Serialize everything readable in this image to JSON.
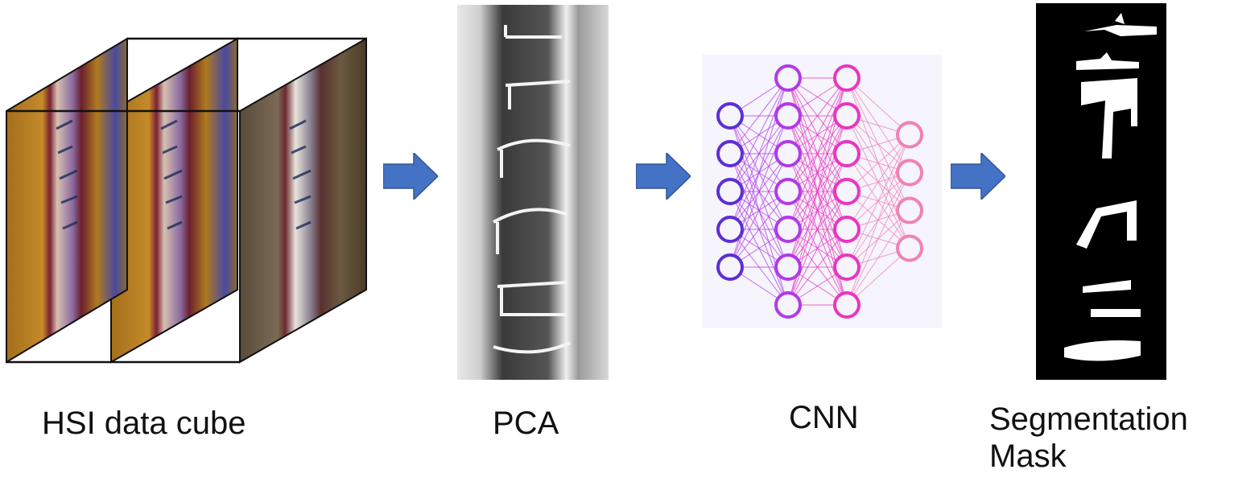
{
  "labels": {
    "hsi": "HSI data cube",
    "pca": "PCA",
    "cnn": "CNN",
    "segmentation": "Segmentation\nMask"
  },
  "colors": {
    "arrow": "#4472C4",
    "cnn_input": "#5b2fd6",
    "cnn_hidden1": "#b13ae8",
    "cnn_hidden2": "#e935c2",
    "cnn_output": "#f082b4",
    "wood_gold": "#b07a1e",
    "wood_red": "#8a2a3a",
    "wood_blue": "#4a4aa0",
    "mask_bg": "#000000",
    "mask_fg": "#ffffff"
  },
  "network": {
    "layers": [
      5,
      7,
      7,
      4
    ]
  },
  "icons": [
    "arrow-right-icon"
  ]
}
